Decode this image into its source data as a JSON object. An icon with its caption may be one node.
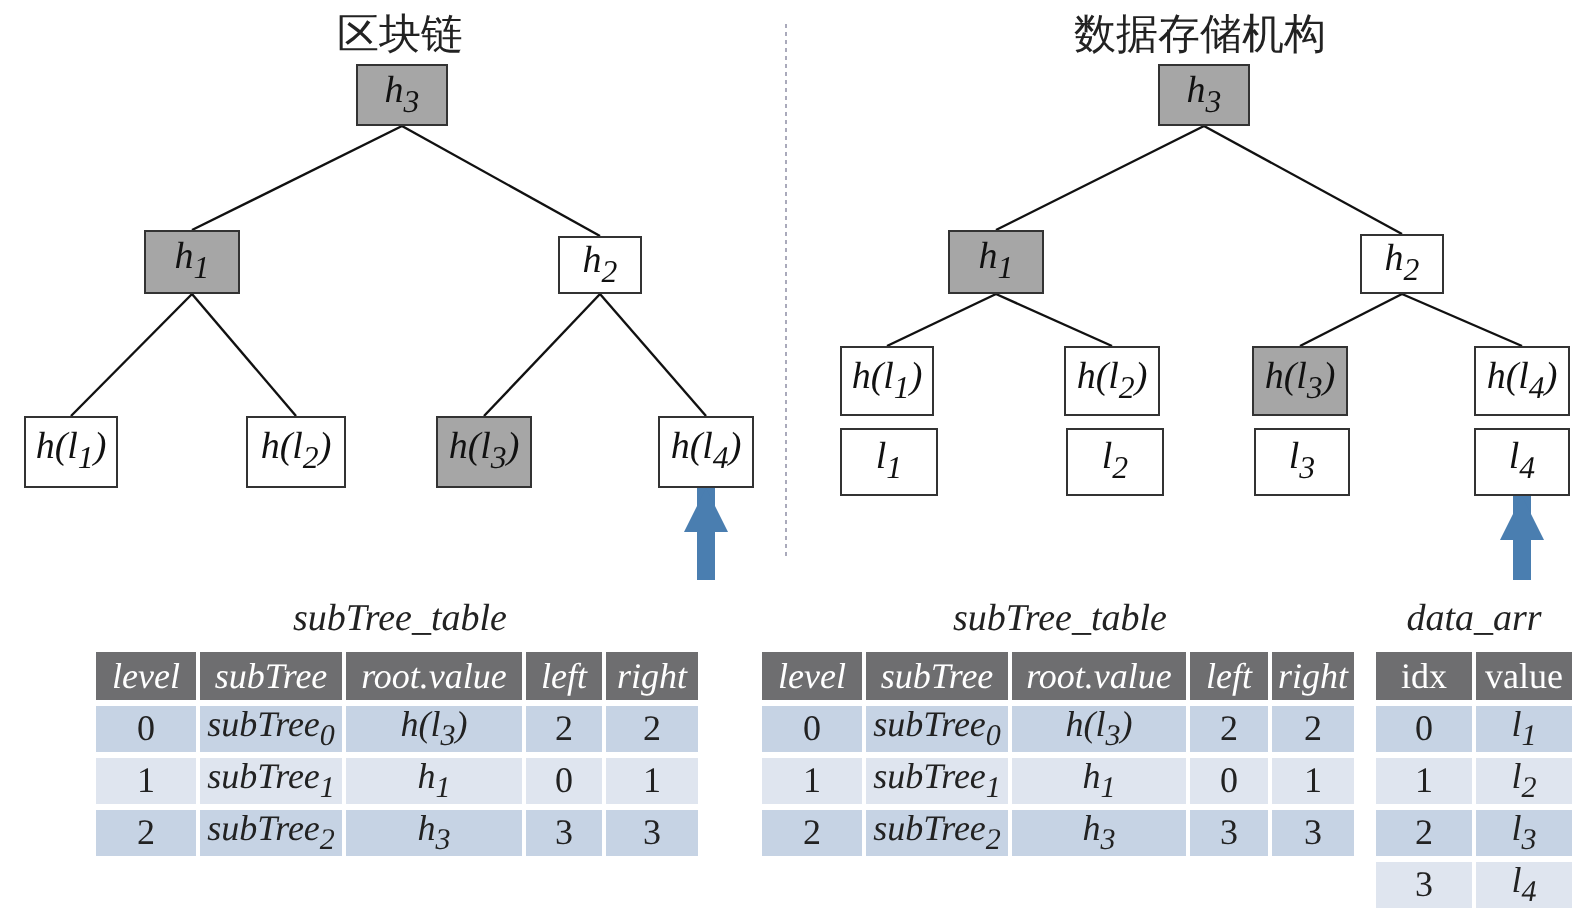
{
  "diagram": {
    "nodes": [
      {
        "text": [
          "h$_{3}$"
        ]
      },
      {
        "text": [
          "h$_{1}$"
        ]
      },
      {
        "text": [
          "h$_{2}$"
        ]
      },
      {
        "text": [
          "h(l$_{1}$)"
        ]
      },
      {
        "text": [
          "h(l$_{2}$)"
        ]
      },
      {
        "text": [
          "h(l$_{3}$)"
        ]
      },
      {
        "text": [
          "h(l$_{4}$)"
        ]
      },
      {
        "text": [
          "h$_{3}$"
        ]
      },
      {
        "text": [
          "h$_{1}$"
        ]
      },
      {
        "text": [
          "h$_{2}$"
        ]
      },
      {
        "text": [
          "h(l$_{1}$)"
        ]
      },
      {
        "text": [
          "h(l$_{2}$)"
        ]
      },
      {
        "text": [
          "h(l$_{3}$)"
        ]
      },
      {
        "text": [
          "h(l$_{4}$)"
        ]
      },
      {
        "text": [
          "l$_{1}$"
        ]
      },
      {
        "text": [
          "l$_{2}$"
        ]
      },
      {
        "text": [
          "l$_{3}$"
        ]
      },
      {
        "text": [
          "l$_{4}$"
        ]
      }
    ],
    "edges": [
      {
        "from": 0,
        "to": 1,
        "arrow": "none"
      },
      {
        "from": 0,
        "to": 2,
        "arrow": "none"
      },
      {
        "from": 1,
        "to": 3,
        "arrow": "none"
      },
      {
        "from": 1,
        "to": 4,
        "arrow": "none"
      },
      {
        "from": 2,
        "to": 5,
        "arrow": "none"
      },
      {
        "from": 2,
        "to": 6,
        "arrow": "none"
      },
      {
        "from": null,
        "to": 6,
        "arrow": "to",
        "style": "thick",
        "color": "#4a7eb0"
      },
      {
        "from": 7,
        "to": 8,
        "arrow": "none"
      },
      {
        "from": 7,
        "to": 9,
        "arrow": "none"
      },
      {
        "from": 8,
        "to": 10,
        "arrow": "none"
      },
      {
        "from": 8,
        "to": 11,
        "arrow": "none"
      },
      {
        "from": 9,
        "to": 12,
        "arrow": "none"
      },
      {
        "from": 9,
        "to": 13,
        "arrow": "none"
      },
      {
        "from": null,
        "to": 17,
        "arrow": "to",
        "style": "thick",
        "color": "#4a7eb0"
      }
    ],
    "labels": [
      "区块链",
      "数据存储机构",
      "subTree_table",
      "level",
      "subTree",
      "root.value",
      "left",
      "right",
      "0",
      "subTree$_{0}$",
      "h(l$_{3}$)",
      "2",
      "2",
      "1",
      "subTree$_{1}$",
      "h$_{1}$",
      "0",
      "1",
      "2",
      "subTree$_{2}$",
      "h$_{3}$",
      "3",
      "3",
      "subTree_table",
      "level",
      "subTree",
      "root.value",
      "left",
      "right",
      "0",
      "subTree$_{0}$",
      "h(l$_{3}$)",
      "2",
      "2",
      "1",
      "subTree$_{1}$",
      "h$_{1}$",
      "0",
      "1",
      "2",
      "subTree$_{2}$",
      "h$_{3}$",
      "3",
      "3",
      "data_arr",
      "idx",
      "value",
      "0",
      "l$_{1}$",
      "1",
      "l$_{2}$",
      "2",
      "l$_{3}$",
      "3",
      "l$_{4}$"
    ]
  }
}
